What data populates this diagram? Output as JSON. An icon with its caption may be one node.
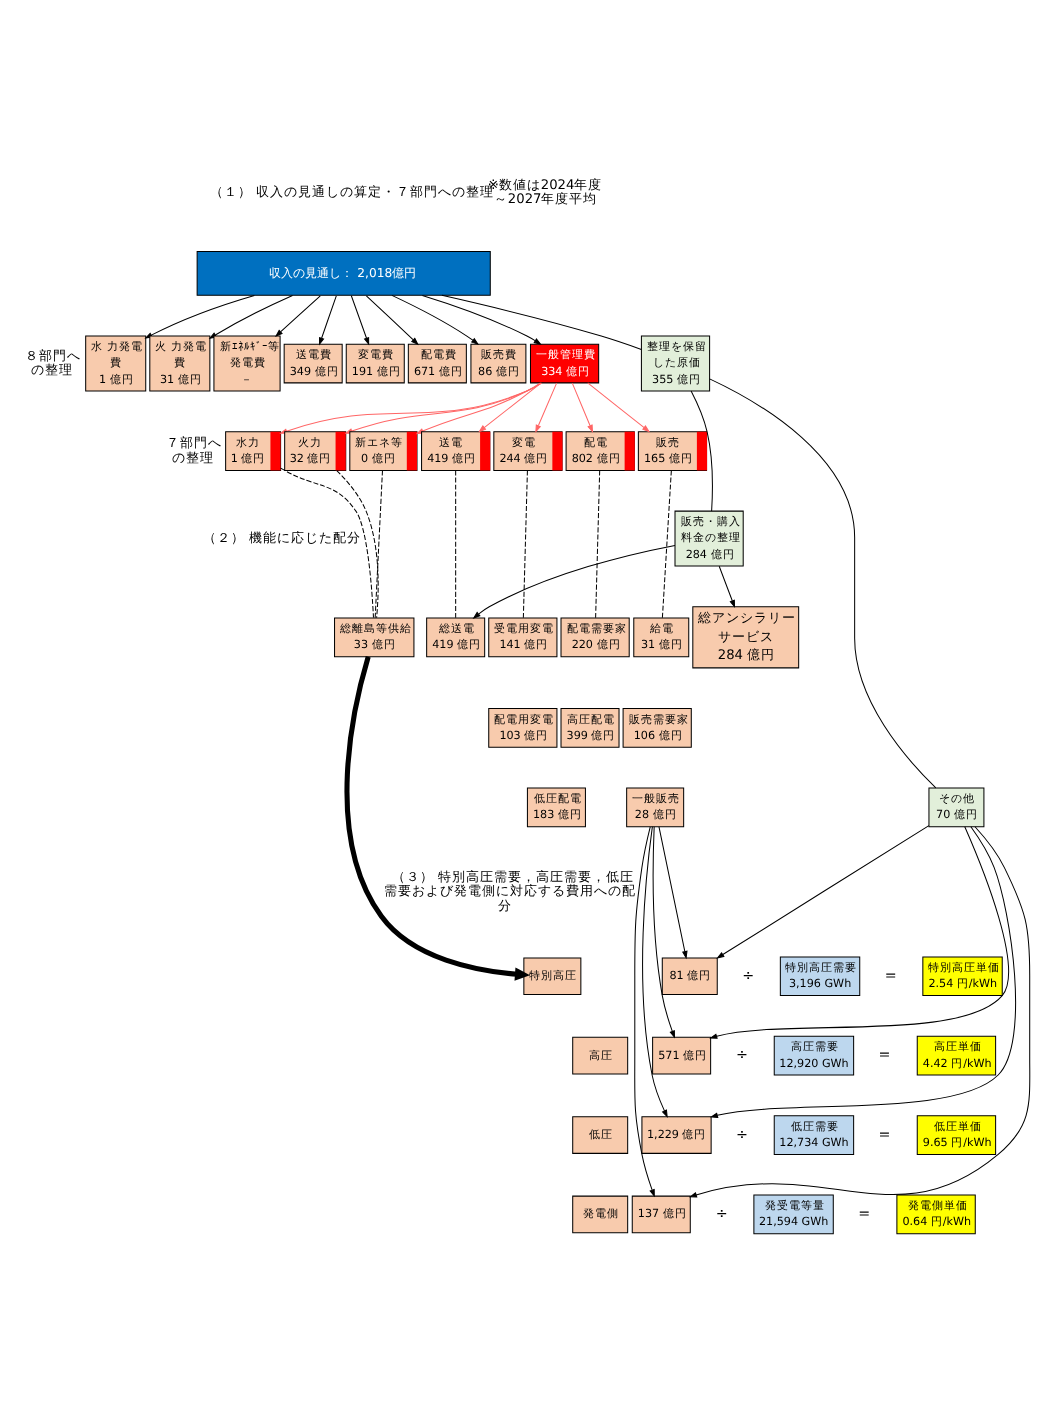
{
  "diagram": {
    "nodes": [
      {
        "text": [
          "収入の見通し： 2,018億円"
        ]
      },
      {
        "text": [
          "水 力発電費",
          "1 億円"
        ]
      },
      {
        "text": [
          "火 力発電費",
          "31 億円"
        ]
      },
      {
        "text": [
          "新ｴﾈﾙｷﾞｰ等発電費",
          "－"
        ]
      },
      {
        "text": [
          "送電費",
          "349 億円"
        ]
      },
      {
        "text": [
          "変電費",
          "191 億円"
        ]
      },
      {
        "text": [
          "配電費",
          "671 億円"
        ]
      },
      {
        "text": [
          "販売費",
          "86 億円"
        ]
      },
      {
        "text": [
          "一般管理費",
          "334 億円"
        ]
      },
      {
        "text": [
          "整理を保留した原価",
          "355 億円"
        ]
      },
      {
        "text": [
          "水力",
          "1 億円"
        ]
      },
      {
        "text": [
          "火力",
          "32 億円"
        ]
      },
      {
        "text": [
          "新エネ等",
          "0 億円"
        ]
      },
      {
        "text": [
          "送電",
          "419 億円"
        ]
      },
      {
        "text": [
          "変電",
          "244 億円"
        ]
      },
      {
        "text": [
          "配電",
          "802 億円"
        ]
      },
      {
        "text": [
          "販売",
          "165 億円"
        ]
      },
      {
        "text": [
          "販売・購入料金の整理",
          "284 億円"
        ]
      },
      {
        "text": [
          "総離島等供給",
          "33 億円"
        ]
      },
      {
        "text": [
          "総送電",
          "419 億円"
        ]
      },
      {
        "text": [
          "受電用変電",
          "141 億円"
        ]
      },
      {
        "text": [
          "配電用変電",
          "103 億円"
        ]
      },
      {
        "text": [
          "配電需要家",
          "220 億円"
        ]
      },
      {
        "text": [
          "高圧配電",
          "399 億円"
        ]
      },
      {
        "text": [
          "低圧配電",
          "183 億円"
        ]
      },
      {
        "text": [
          "給電",
          "31 億円"
        ]
      },
      {
        "text": [
          "販売需要家",
          "106 億円"
        ]
      },
      {
        "text": [
          "一般販売",
          "28 億円"
        ]
      },
      {
        "text": [
          "総アンシラリーサービス",
          "284 億円"
        ]
      },
      {
        "text": [
          "その他",
          "70 億円"
        ]
      },
      {
        "text": [
          "特別高圧"
        ]
      },
      {
        "text": [
          "81 億円"
        ]
      },
      {
        "text": [
          "高圧"
        ]
      },
      {
        "text": [
          "571 億円"
        ]
      },
      {
        "text": [
          "低圧"
        ]
      },
      {
        "text": [
          "1,229 億円"
        ]
      },
      {
        "text": [
          "発電側"
        ]
      },
      {
        "text": [
          "137 億円"
        ]
      },
      {
        "text": [
          "特別高圧需要",
          "3,196 GWh"
        ]
      },
      {
        "text": [
          "高圧需要",
          "12,920 GWh"
        ]
      },
      {
        "text": [
          "低圧需要",
          "12,734 GWh"
        ]
      },
      {
        "text": [
          "発受電等量",
          "21,594 GWh"
        ]
      },
      {
        "text": [
          "特別高圧単価",
          "2.54 円/kWh"
        ]
      },
      {
        "text": [
          "高圧単価",
          "4.42 円/kWh"
        ]
      },
      {
        "text": [
          "低圧単価",
          "9.65 円/kWh"
        ]
      },
      {
        "text": [
          "発電側単価",
          "0.64 円/kWh"
        ]
      }
    ],
    "edges": [
      {
        "from": 0,
        "to": 1,
        "arrow": "to"
      },
      {
        "from": 0,
        "to": 2,
        "arrow": "to"
      },
      {
        "from": 0,
        "to": 3,
        "arrow": "to"
      },
      {
        "from": 0,
        "to": 4,
        "arrow": "to"
      },
      {
        "from": 0,
        "to": 5,
        "arrow": "to"
      },
      {
        "from": 0,
        "to": 6,
        "arrow": "to"
      },
      {
        "from": 0,
        "to": 7,
        "arrow": "to"
      },
      {
        "from": 0,
        "to": 8,
        "arrow": "to"
      },
      {
        "from": 0,
        "to": 9,
        "arrow": "none"
      },
      {
        "from": 8,
        "to": 10,
        "arrow": "to",
        "color": "#ff6666"
      },
      {
        "from": 8,
        "to": 11,
        "arrow": "to",
        "color": "#ff6666"
      },
      {
        "from": 8,
        "to": 12,
        "arrow": "to",
        "color": "#ff6666"
      },
      {
        "from": 8,
        "to": 13,
        "arrow": "to",
        "color": "#ff6666"
      },
      {
        "from": 8,
        "to": 14,
        "arrow": "to",
        "color": "#ff6666"
      },
      {
        "from": 8,
        "to": 15,
        "arrow": "to",
        "color": "#ff6666"
      },
      {
        "from": 8,
        "to": 16,
        "arrow": "to",
        "color": "#ff6666"
      },
      {
        "from": 10,
        "to": 18,
        "arrow": "none",
        "style": "dashed"
      },
      {
        "from": 11,
        "to": 18,
        "arrow": "none",
        "style": "dashed"
      },
      {
        "from": 12,
        "to": 18,
        "arrow": "none",
        "style": "dashed"
      },
      {
        "from": 13,
        "to": 19,
        "arrow": "none",
        "style": "dashed"
      },
      {
        "from": 14,
        "to": 20,
        "arrow": "none",
        "style": "dashed"
      },
      {
        "from": 15,
        "to": 22,
        "arrow": "none",
        "style": "dashed"
      },
      {
        "from": 16,
        "to": 25,
        "arrow": "none",
        "style": "dashed"
      },
      {
        "from": 9,
        "to": 17,
        "arrow": "none"
      },
      {
        "from": 17,
        "to": 19,
        "arrow": "to"
      },
      {
        "from": 17,
        "to": 28,
        "arrow": "to"
      },
      {
        "from": 9,
        "to": 29,
        "arrow": "none"
      },
      {
        "from": 27,
        "to": 31,
        "arrow": "to"
      },
      {
        "from": 27,
        "to": 33,
        "arrow": "to"
      },
      {
        "from": 27,
        "to": 35,
        "arrow": "to"
      },
      {
        "from": 27,
        "to": 37,
        "arrow": "to"
      },
      {
        "from": 29,
        "to": 31,
        "arrow": "to"
      },
      {
        "from": 29,
        "to": 33,
        "arrow": "to"
      },
      {
        "from": 29,
        "to": 35,
        "arrow": "to"
      },
      {
        "from": 29,
        "to": 37,
        "arrow": "to"
      },
      {
        "from": 18,
        "to": 30,
        "arrow": "to",
        "style": "thick"
      }
    ],
    "labels": [
      "（１） 収入の見通しの算定・７部門への整理",
      "※数値は2024年度～2027年度平均",
      "８部門への整理",
      "７部門への整理",
      "（２） 機能に応じた配分",
      "（３） 特別高圧需要，高圧需要，低圧需要および発電側に対応する費用への配分",
      "÷",
      "=",
      "÷",
      "=",
      "÷",
      "=",
      "÷",
      "="
    ]
  }
}
